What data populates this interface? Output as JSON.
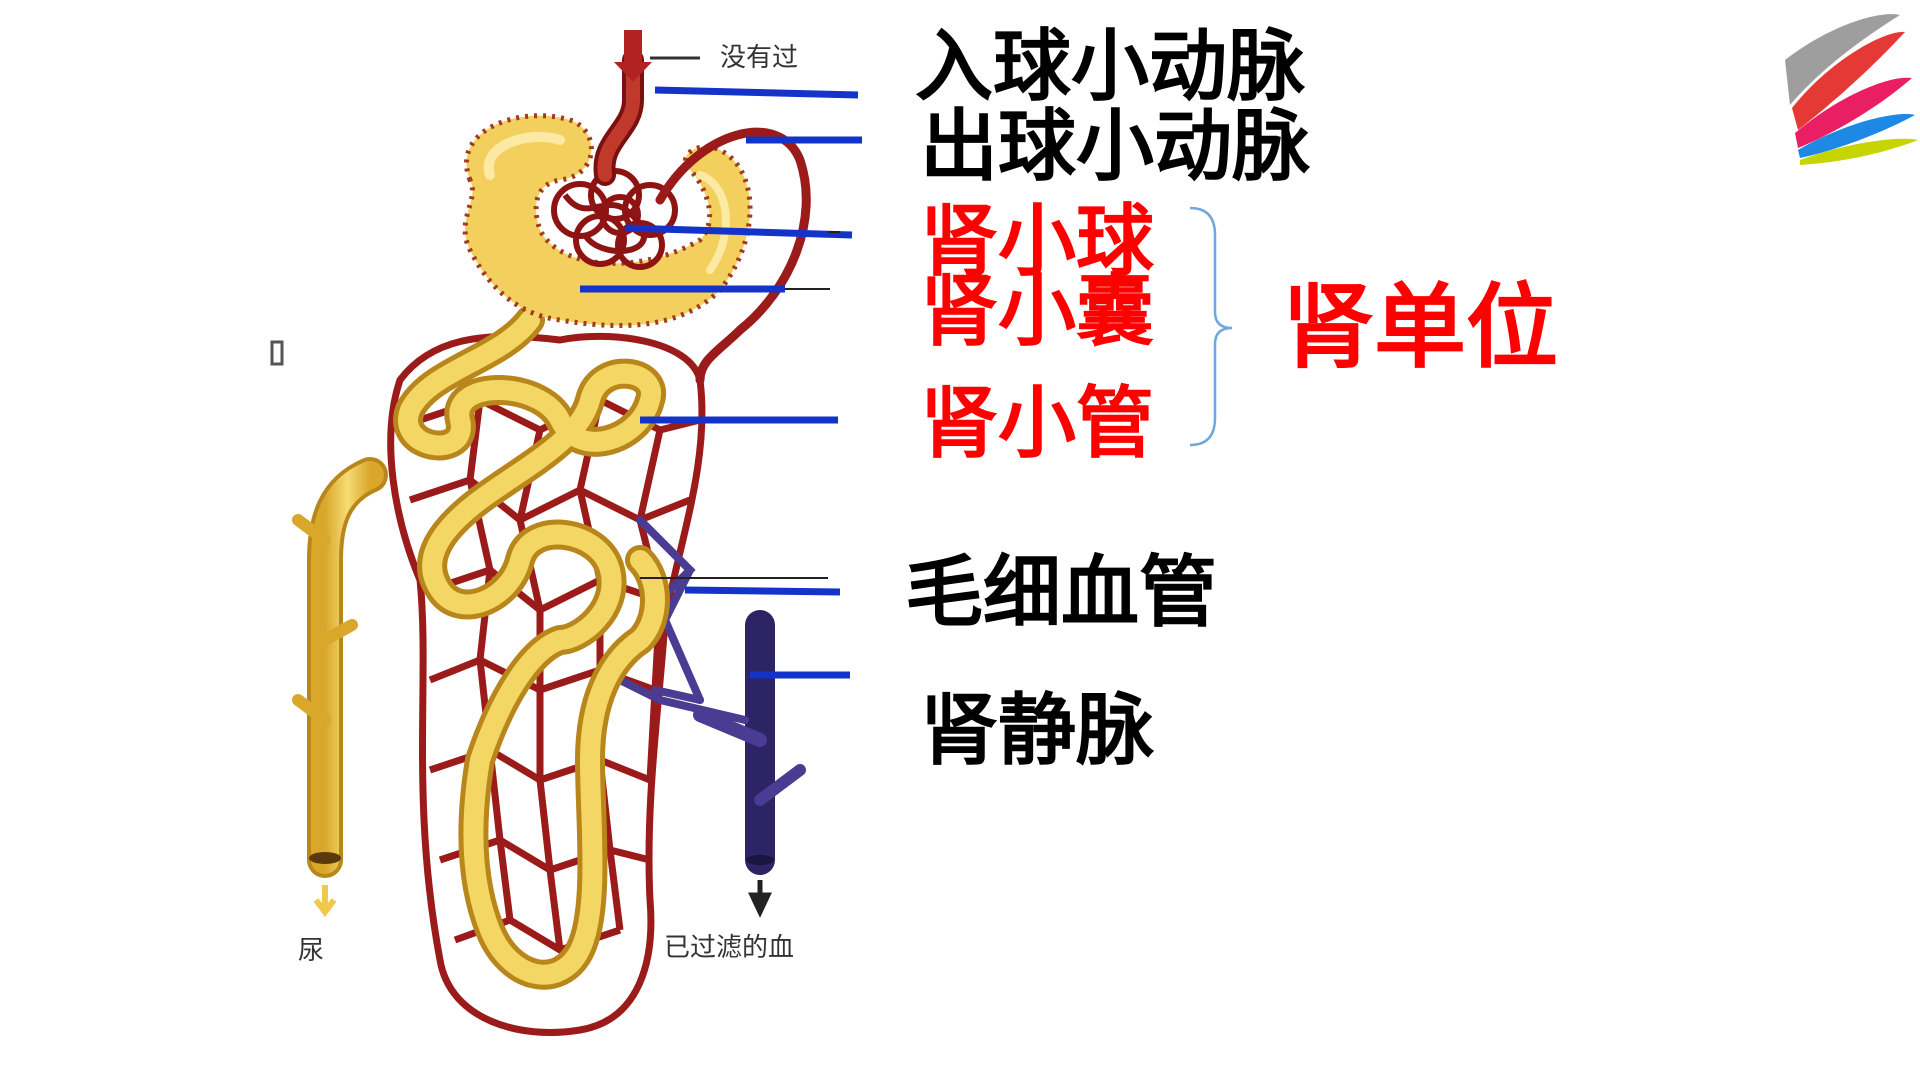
{
  "labels": {
    "afferent": "入球小动脉",
    "efferent": "出球小动脉",
    "glomerulus": "肾小球",
    "capsule": "肾小囊",
    "tubule": "肾小管",
    "nephron": "肾单位",
    "capillary": "毛细血管",
    "vein": "肾静脉"
  },
  "figure_text": {
    "unfiltered": "没有过",
    "urine": "尿",
    "filtered_blood": "已过滤的血"
  },
  "colors": {
    "label_text": "#000000",
    "structure_text": "#ff0000",
    "pointer_line": "#1433c8",
    "bracket": "#6fa8dc",
    "artery": "#a01818",
    "tubule_fill": "#f0c94a",
    "vein_fill": "#5a4aa0"
  },
  "icons": {
    "logo": "color-swoosh-logo"
  }
}
